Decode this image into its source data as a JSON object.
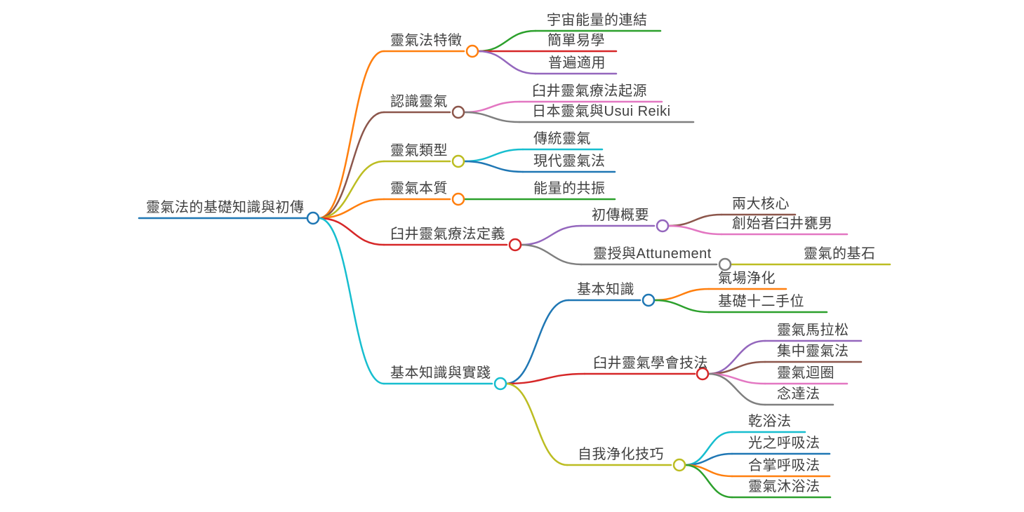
{
  "background": "#ffffff",
  "text_color": "#404040",
  "palette": [
    "#1f77b4",
    "#ff7f0e",
    "#2ca02c",
    "#d62728",
    "#9467bd",
    "#8c564b",
    "#e377c2",
    "#7f7f7f",
    "#bcbd22",
    "#17becf"
  ],
  "nodes": [
    {
      "id": "root-topic",
      "label": "靈氣法的基礎知識與初傳",
      "color": "#1f77b4"
    },
    {
      "id": "reiki-method-features",
      "label": "靈氣法特徵",
      "color": "#ff7f0e"
    },
    {
      "id": "understanding-reiki",
      "label": "認識靈氣",
      "color": "#8c564b"
    },
    {
      "id": "reiki-types",
      "label": "靈氣類型",
      "color": "#bcbd22"
    },
    {
      "id": "reiki-essence",
      "label": "靈氣本質",
      "color": "#ff7f0e"
    },
    {
      "id": "usui-reiki-therapy-definition",
      "label": "臼井靈氣療法定義",
      "color": "#d62728"
    },
    {
      "id": "basic-knowledge-and-practice",
      "label": "基本知識與實踐",
      "color": "#17becf"
    },
    {
      "id": "universal-energy-connection",
      "label": "宇宙能量的連結",
      "color": "#2ca02c"
    },
    {
      "id": "easy-to-learn",
      "label": "簡單易學",
      "color": "#d62728"
    },
    {
      "id": "usui-reiki-therapy-origin",
      "label": "臼井靈氣療法起源",
      "color": "#e377c2"
    },
    {
      "id": "japanese-reiki-and-usui-reiki",
      "label": "日本靈氣與Usui Reiki",
      "color": "#7f7f7f"
    },
    {
      "id": "traditional-reiki",
      "label": "傳統靈氣",
      "color": "#17becf"
    },
    {
      "id": "modern-reiki-method",
      "label": "現代靈氣法",
      "color": "#1f77b4"
    },
    {
      "id": "energy-resonance",
      "label": "能量的共振",
      "color": "#2ca02c"
    },
    {
      "id": "shoden-overview",
      "label": "初傳概要",
      "color": "#9467bd"
    },
    {
      "id": "reiju-and-attunement",
      "label": "靈授與Attunement",
      "color": "#7f7f7f"
    },
    {
      "id": "two-core-elements",
      "label": "兩大核心",
      "color": "#8c564b"
    },
    {
      "id": "founder-mikao-usui",
      "label": "創始者臼井甕男",
      "color": "#e377c2"
    },
    {
      "id": "foundation-of-reiki",
      "label": "靈氣的基石",
      "color": "#bcbd22"
    },
    {
      "id": "basic-knowledge",
      "label": "基本知識",
      "color": "#1f77b4"
    },
    {
      "id": "usui-reiki-gakkai-techniques",
      "label": "臼井靈氣學會技法",
      "color": "#d62728"
    },
    {
      "id": "self-purification-techniques",
      "label": "自我浄化技巧",
      "color": "#bcbd22"
    },
    {
      "id": "aura-cleansing",
      "label": "氣場浄化",
      "color": "#ff7f0e"
    },
    {
      "id": "basic-twelve-hand-positions",
      "label": "基礎十二手位",
      "color": "#2ca02c"
    },
    {
      "id": "reiki-marathon",
      "label": "靈氣馬拉松",
      "color": "#9467bd"
    },
    {
      "id": "concentrated-reiki-method",
      "label": "集中靈氣法",
      "color": "#8c564b"
    },
    {
      "id": "reiki-circle",
      "label": "靈氣迴圈",
      "color": "#e377c2"
    },
    {
      "id": "nentatsu-method",
      "label": "念達法",
      "color": "#7f7f7f"
    },
    {
      "id": "dry-bathing-method",
      "label": "乾浴法",
      "color": "#17becf"
    },
    {
      "id": "breath-of-light-method",
      "label": "光之呼吸法",
      "color": "#1f77b4"
    },
    {
      "id": "gassho-breathing-method",
      "label": "合掌呼吸法",
      "color": "#ff7f0e"
    },
    {
      "id": "reiki-bathing-method",
      "label": "靈氣沐浴法",
      "color": "#2ca02c"
    }
  ]
}
